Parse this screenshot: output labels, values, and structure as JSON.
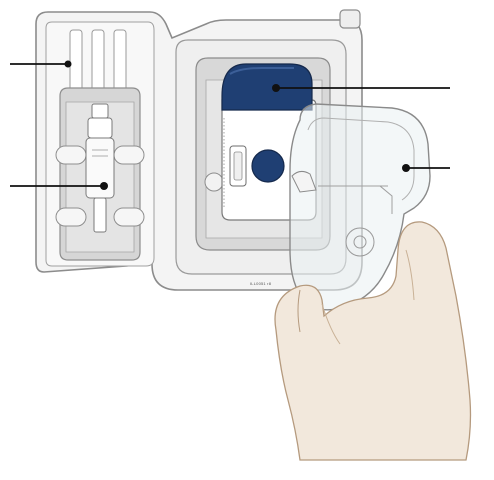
{
  "figure": {
    "code": "ILL0051 r8",
    "callouts": [
      {
        "target": "needle-guide-slots"
      },
      {
        "target": "needle-hub"
      },
      {
        "target": "blue-cap"
      },
      {
        "target": "clear-cover"
      }
    ]
  },
  "colors": {
    "tray_outline": "#8c8c8c",
    "tray_fill": "#f4f4f4",
    "cavity_fill": "#dcdcdc",
    "cap_blue": "#1f3f73",
    "cover_fill": "#eaf0f3",
    "skin": "#f2e8dc",
    "skin_outline": "#b59a7e",
    "leader": "#111111"
  }
}
